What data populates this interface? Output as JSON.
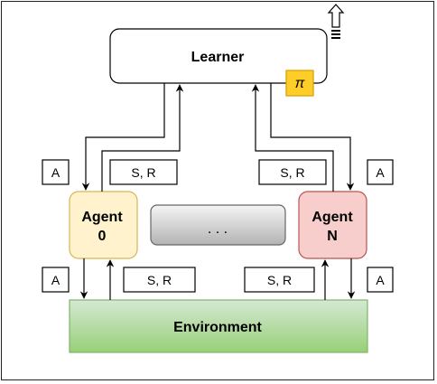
{
  "nodes": {
    "learner": {
      "label": "Learner"
    },
    "policy": {
      "label": "π"
    },
    "agent_first": {
      "line1": "Agent",
      "line2": "0"
    },
    "agent_last": {
      "line1": "Agent",
      "line2": "N"
    },
    "ellipsis": {
      "label": ". . ."
    },
    "environment": {
      "label": "Environment"
    }
  },
  "edge_labels": {
    "action": "A",
    "state_reward": "S, R"
  },
  "colors": {
    "agent_first_fill": "#fff2cc",
    "agent_first_stroke": "#d6b656",
    "agent_last_fill": "#f8cecc",
    "agent_last_stroke": "#b85450",
    "environment_fill_top": "#d5e8d4",
    "environment_fill_bottom": "#97d077",
    "environment_stroke": "#82b366",
    "policy_fill": "#ffcd28",
    "policy_stroke": "#d79b00",
    "ellipsis_fill_top": "#f5f5f5",
    "ellipsis_fill_bottom": "#b3b3b3",
    "ellipsis_stroke": "#666666"
  },
  "icons": {
    "export": "export-arrow-icon"
  }
}
